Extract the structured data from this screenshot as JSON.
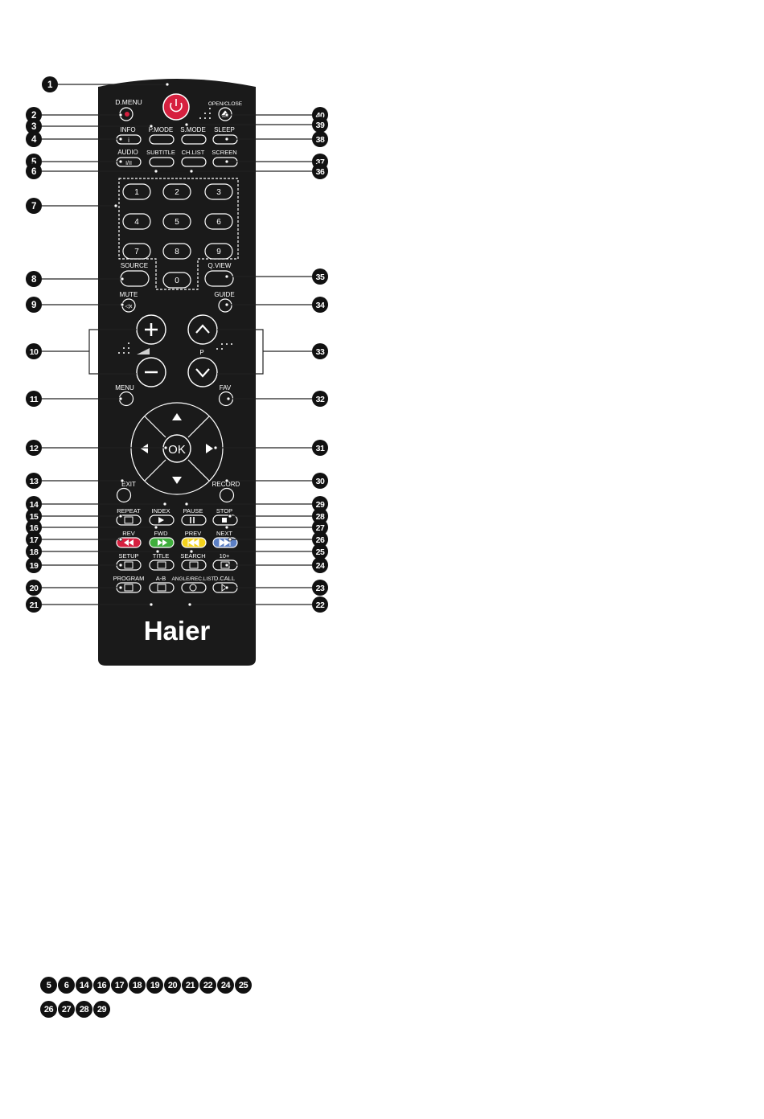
{
  "brand": "Haier",
  "colors": {
    "body": "#1a1a1a",
    "button": "#1a1a1a",
    "button_stroke": "#ffffff",
    "power": "#d6203f",
    "badge": "#111111",
    "rev_red": "#d6203f",
    "fwd_green": "#3fae3c",
    "prev_yellow": "#f3d21c",
    "next_blue": "#5b7fc4"
  },
  "labels": {
    "dmenu": "D.MENU",
    "open_close": "OPEN/CLOSE",
    "info": "INFO",
    "pmode": "P.MODE",
    "smode": "S.MODE",
    "sleep": "SLEEP",
    "audio": "AUDIO",
    "subtitle": "SUBTITLE",
    "chlist": "CH.LIST",
    "screen": "SCREEN",
    "source": "SOURCE",
    "qview": "Q.VIEW",
    "mute": "MUTE",
    "guide": "GUIDE",
    "p": "P",
    "menu": "MENU",
    "fav": "FAV",
    "ok": "OK",
    "exit": "EXIT",
    "record": "RECORD",
    "repeat": "REPEAT",
    "index": "INDEX",
    "pause": "PAUSE",
    "stop": "STOP",
    "rev": "REV",
    "fwd": "FWD",
    "prev": "PREV",
    "next": "NEXT",
    "setup": "SETUP",
    "title": "TITLE",
    "search": "SEARCH",
    "ten_plus": "10+",
    "program": "PROGRAM",
    "ab": "A-B",
    "angle_reclist": "ANGLE/REC.LIST",
    "dcall": "D.CALL",
    "digits": [
      "1",
      "2",
      "3",
      "4",
      "5",
      "6",
      "7",
      "8",
      "9",
      "0"
    ]
  },
  "left_callouts": [
    "1",
    "2",
    "3",
    "4",
    "5",
    "6",
    "7",
    "8",
    "9",
    "10",
    "11",
    "12",
    "13",
    "14",
    "15",
    "16",
    "17",
    "18",
    "19",
    "20",
    "21"
  ],
  "right_callouts": [
    "40",
    "39",
    "38",
    "37",
    "36",
    "35",
    "34",
    "33",
    "32",
    "31",
    "30",
    "29",
    "28",
    "27",
    "26",
    "25",
    "24",
    "23",
    "22"
  ],
  "bottom_badges_row1": [
    "5",
    "6",
    "14",
    "16",
    "17",
    "18",
    "19",
    "20",
    "21",
    "22",
    "24",
    "25"
  ],
  "bottom_badges_row2": [
    "26",
    "27",
    "28",
    "29"
  ]
}
